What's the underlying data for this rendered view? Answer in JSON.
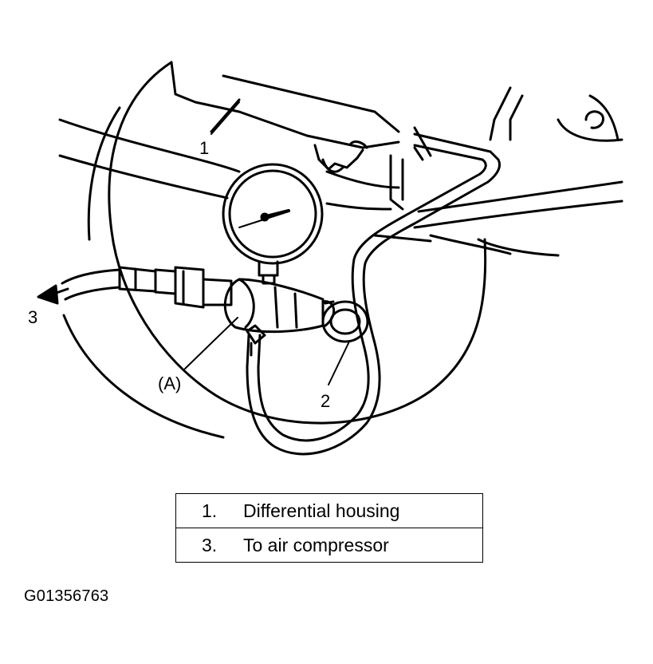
{
  "callouts": {
    "housing": "1",
    "hose": "2",
    "compressor": "3",
    "tool": "(A)"
  },
  "legend": [
    {
      "num": "1.",
      "text": "Differential housing"
    },
    {
      "num": "3.",
      "text": "To air compressor"
    }
  ],
  "figure_id": "G01356763",
  "colors": {
    "ink": "#000000",
    "paper": "#ffffff"
  }
}
